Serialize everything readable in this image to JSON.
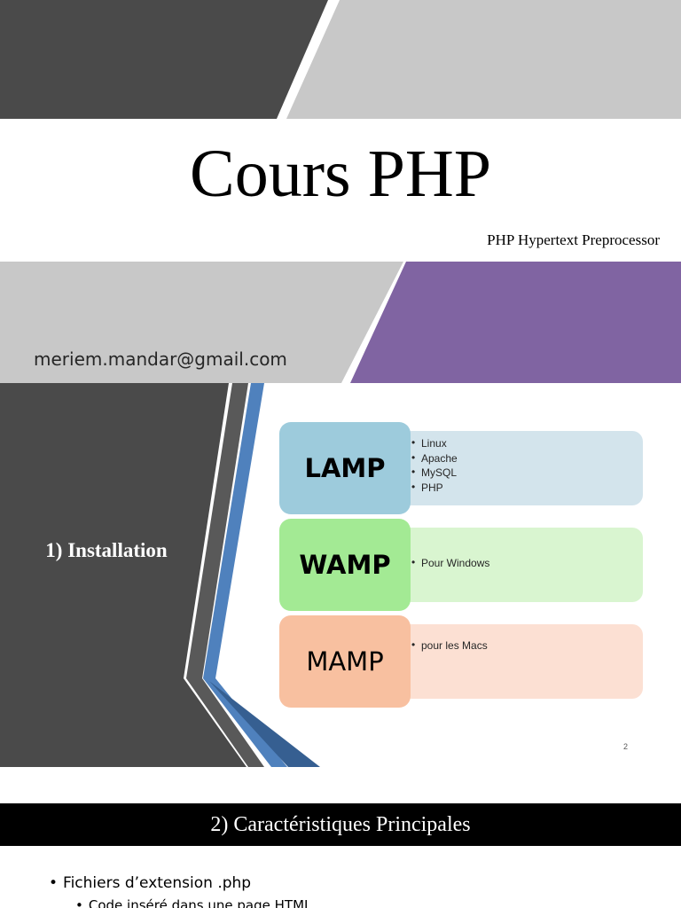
{
  "slide1": {
    "title": "Cours PHP",
    "subtitle": "PHP Hypertext Preprocessor",
    "email": "meriem.mandar@gmail.com"
  },
  "slide2": {
    "section_title": "1) Installation",
    "stacks": [
      {
        "label": "LAMP",
        "items": [
          "Linux",
          "Apache",
          "MySQL",
          "PHP"
        ],
        "box_color": "#9dcbdc",
        "detail_color": "#d3e4ec",
        "label_weight": "bold"
      },
      {
        "label": "WAMP",
        "items": [
          "Pour Windows"
        ],
        "box_color": "#a3ea94",
        "detail_color": "#d9f5d0",
        "label_weight": "bold"
      },
      {
        "label": "MAMP",
        "items": [
          "pour les Macs"
        ],
        "box_color": "#f8c0a0",
        "detail_color": "#fce0d3",
        "label_weight": "normal"
      }
    ],
    "slide_number": "2"
  },
  "slide3": {
    "section_title": "2) Caractéristiques Principales",
    "bullet": "Fichiers d’extension .php",
    "sub_bullet": "Code inséré dans une page HTML"
  },
  "colors": {
    "dark_gray": "#4a4a4a",
    "light_gray": "#c8c8c8",
    "purple": "#8064a2",
    "blue_stripe": "#4f81bd",
    "dark_blue": "#365f91"
  }
}
